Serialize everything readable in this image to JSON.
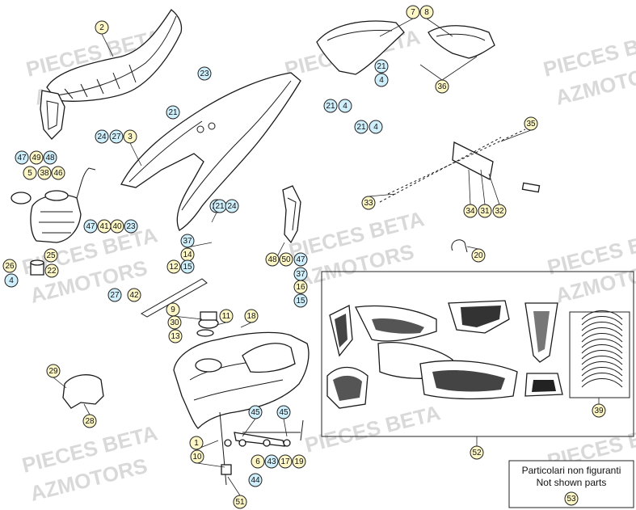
{
  "watermark": "PIECES BETA AZMOTORS",
  "watermark_lines": [
    "PIECES BETA",
    "AZMOTORS"
  ],
  "note": {
    "line1": "Particolari non figuranti",
    "line2": "Not shown parts",
    "callout": "53"
  },
  "colors": {
    "yellow_bubble": "#fdf6c6",
    "blue_bubble": "#cfeffc",
    "line": "#1a1a1a",
    "watermark": "#d9d9d9"
  },
  "callouts": [
    {
      "label": "2",
      "color": "yellow"
    },
    {
      "label": "7",
      "color": "yellow"
    },
    {
      "label": "8",
      "color": "yellow"
    },
    {
      "label": "23",
      "color": "blue"
    },
    {
      "label": "21",
      "color": "blue"
    },
    {
      "label": "21",
      "color": "blue"
    },
    {
      "label": "4",
      "color": "blue"
    },
    {
      "label": "36",
      "color": "yellow"
    },
    {
      "label": "21",
      "color": "blue"
    },
    {
      "label": "4",
      "color": "blue"
    },
    {
      "label": "21",
      "color": "blue"
    },
    {
      "label": "4",
      "color": "blue"
    },
    {
      "label": "21",
      "color": "blue"
    },
    {
      "label": "35",
      "color": "yellow"
    },
    {
      "label": "24",
      "color": "blue"
    },
    {
      "label": "27",
      "color": "blue"
    },
    {
      "label": "3",
      "color": "yellow"
    },
    {
      "label": "47",
      "color": "blue"
    },
    {
      "label": "49",
      "color": "yellow"
    },
    {
      "label": "48",
      "color": "blue"
    },
    {
      "label": "5",
      "color": "yellow"
    },
    {
      "label": "38",
      "color": "yellow"
    },
    {
      "label": "46",
      "color": "yellow"
    },
    {
      "label": "21",
      "color": "blue"
    },
    {
      "label": "24",
      "color": "blue"
    },
    {
      "label": "33",
      "color": "yellow"
    },
    {
      "label": "34",
      "color": "yellow"
    },
    {
      "label": "31",
      "color": "yellow"
    },
    {
      "label": "32",
      "color": "yellow"
    },
    {
      "label": "47",
      "color": "blue"
    },
    {
      "label": "41",
      "color": "yellow"
    },
    {
      "label": "40",
      "color": "yellow"
    },
    {
      "label": "23",
      "color": "blue"
    },
    {
      "label": "37",
      "color": "blue"
    },
    {
      "label": "20",
      "color": "yellow"
    },
    {
      "label": "25",
      "color": "yellow"
    },
    {
      "label": "14",
      "color": "yellow"
    },
    {
      "label": "48",
      "color": "yellow"
    },
    {
      "label": "50",
      "color": "yellow"
    },
    {
      "label": "47",
      "color": "blue"
    },
    {
      "label": "26",
      "color": "yellow"
    },
    {
      "label": "22",
      "color": "yellow"
    },
    {
      "label": "12",
      "color": "yellow"
    },
    {
      "label": "15",
      "color": "blue"
    },
    {
      "label": "37",
      "color": "blue"
    },
    {
      "label": "4",
      "color": "blue"
    },
    {
      "label": "27",
      "color": "blue"
    },
    {
      "label": "42",
      "color": "yellow"
    },
    {
      "label": "16",
      "color": "yellow"
    },
    {
      "label": "15",
      "color": "blue"
    },
    {
      "label": "9",
      "color": "yellow"
    },
    {
      "label": "11",
      "color": "yellow"
    },
    {
      "label": "18",
      "color": "yellow"
    },
    {
      "label": "30",
      "color": "yellow"
    },
    {
      "label": "13",
      "color": "yellow"
    },
    {
      "label": "29",
      "color": "yellow"
    },
    {
      "label": "28",
      "color": "yellow"
    },
    {
      "label": "39",
      "color": "yellow"
    },
    {
      "label": "45",
      "color": "blue"
    },
    {
      "label": "45",
      "color": "blue"
    },
    {
      "label": "1",
      "color": "yellow"
    },
    {
      "label": "10",
      "color": "yellow"
    },
    {
      "label": "6",
      "color": "yellow"
    },
    {
      "label": "43",
      "color": "blue"
    },
    {
      "label": "17",
      "color": "yellow"
    },
    {
      "label": "19",
      "color": "yellow"
    },
    {
      "label": "52",
      "color": "yellow"
    },
    {
      "label": "44",
      "color": "blue"
    },
    {
      "label": "51",
      "color": "yellow"
    }
  ]
}
